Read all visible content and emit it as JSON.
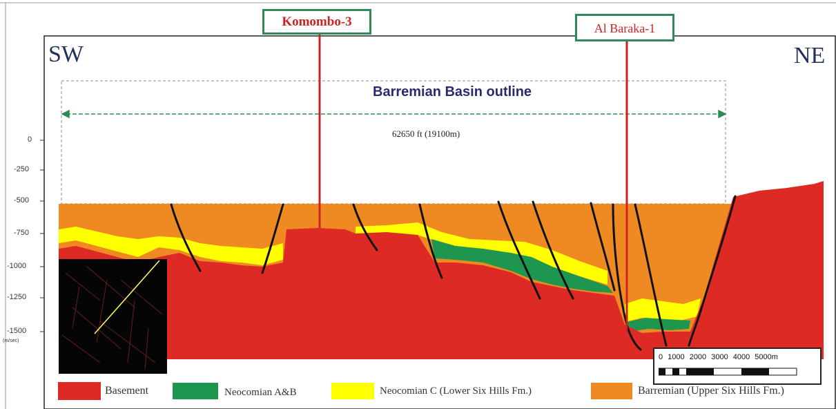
{
  "wells": [
    {
      "name": "Komombo-3"
    },
    {
      "name": "Al Baraka-1"
    }
  ],
  "directions": {
    "left": "SW",
    "right": "NE"
  },
  "basin": {
    "title": "Barremian Basin outline",
    "distance_label": "62650 ft (19100m)"
  },
  "depth_axis": {
    "ticks": [
      "0",
      "-250",
      "-500",
      "-750",
      "-1000",
      "-1250",
      "-1500"
    ],
    "unit": "(m/sec)"
  },
  "legend": [
    {
      "label": "Basement",
      "color": "#dd2a24"
    },
    {
      "label": "Neocomian A&B",
      "color": "#1e9650"
    },
    {
      "label": "Neocomian C (Lower Six Hills Fm.)",
      "color": "#ffff00"
    },
    {
      "label": "Barremian (Upper Six Hills Fm.)",
      "color": "#ef8a22"
    }
  ],
  "scale_bar": {
    "labels": "0 1000 2000 3000 4000 5000m"
  },
  "colors": {
    "basement": "#dd2a24",
    "neocomian_ab": "#1e9650",
    "neocomian_c": "#ffff00",
    "barremian": "#ef8a22",
    "fault": "#111111",
    "well": "#cc2222",
    "outline": "#2e8b57"
  }
}
